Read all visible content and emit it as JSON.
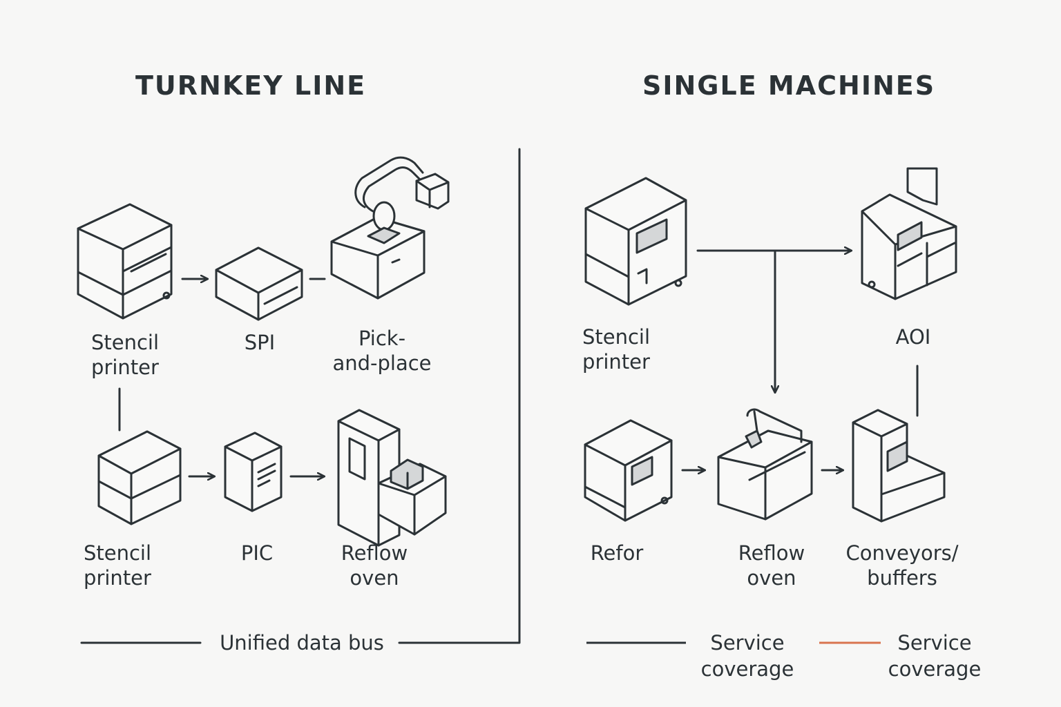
{
  "titles": {
    "left": "TURNKEY LINE",
    "right": "SINGLE MACHINES"
  },
  "turnkey": {
    "stencil_printer_top": "Stencil\nprinter",
    "spi": "SPI",
    "pick_and_place": "Pick-\nand-place",
    "stencil_printer_bottom": "Stencil\nprinter",
    "pic": "PIC",
    "reflow_oven": "Reflow\noven",
    "data_bus_label": "Unified data bus"
  },
  "single": {
    "stencil_printer": "Stencil\nprinter",
    "aoi": "AOI",
    "refor": "Refor",
    "reflow_oven": "Reflow\noven",
    "conveyors_buffers": "Conveyors/\nbuffers"
  },
  "legend": {
    "item1_label": "Service\ncoverage",
    "item1_color": "#2b3236",
    "item2_label": "Service\ncoverage",
    "item2_color": "#d9744f"
  },
  "icons": {
    "turnkey": [
      "stencil-printer-icon",
      "spi-icon",
      "pick-and-place-icon",
      "stencil-printer-icon",
      "pic-icon",
      "reflow-oven-icon"
    ],
    "single": [
      "stencil-printer-icon",
      "aoi-icon",
      "refor-icon",
      "reflow-oven-icon",
      "conveyor-buffer-icon"
    ]
  }
}
